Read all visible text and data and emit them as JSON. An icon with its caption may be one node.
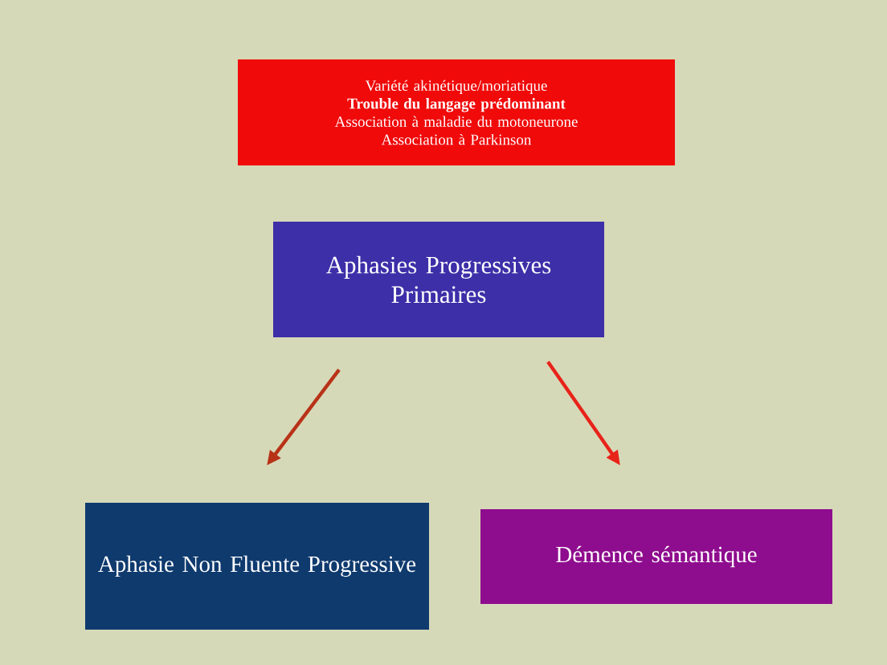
{
  "diagram": {
    "nodes": [
      {
        "text": [
          "Variété akinétique/moriatique",
          "Trouble du langage prédominant",
          "Association à maladie du motoneurone",
          "Association à Parkinson"
        ]
      },
      {
        "text": [
          "Aphasies Progressives Primaires"
        ]
      },
      {
        "text": [
          "Aphasie Non Fluente Progressive"
        ]
      },
      {
        "text": [
          "Démence sémantique"
        ]
      }
    ],
    "edges": [
      {
        "from": 1,
        "to": 2,
        "arrow": "to",
        "color": "#b83218"
      },
      {
        "from": 1,
        "to": 3,
        "arrow": "to",
        "color": "#e8231a"
      }
    ]
  }
}
